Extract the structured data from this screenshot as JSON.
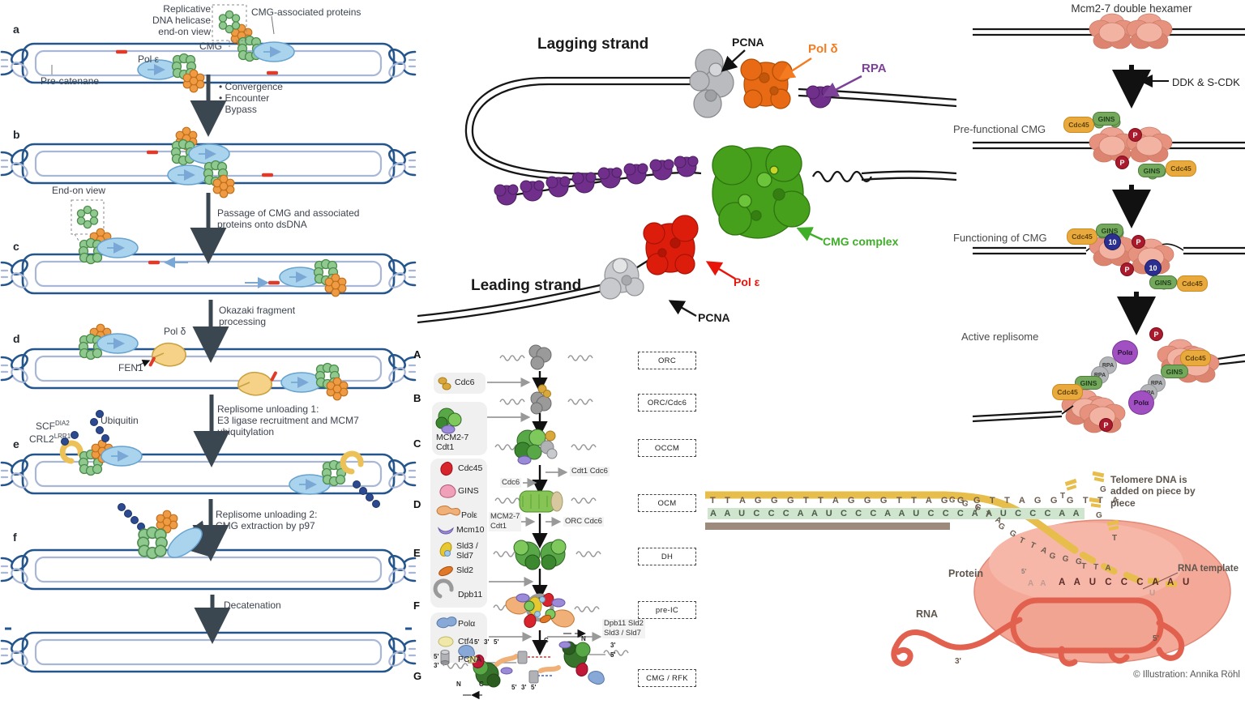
{
  "left": {
    "steps": [
      "a",
      "b",
      "c",
      "d",
      "e",
      "f"
    ],
    "labels": {
      "helicase_note": "Replicative\nDNA helicase\nend-on view",
      "cmg_associated": "CMG-associated proteins",
      "cmg": "CMG",
      "pol_epsilon": "Pol ε",
      "pre_catenane": "Pre-catenane",
      "end_on_view": "End-on view",
      "pol_delta": "Pol δ",
      "fen1": "FEN1",
      "scf_base": "SCF",
      "scf_sup": "DIA2",
      "crl2_base": "CRL2",
      "crl2_sup": "LRR1",
      "ubiquitin": "Ubiquitin"
    },
    "transitions": [
      "• Convergence\n• Encounter\n• Bypass",
      "Passage of CMG and associated\nproteins onto dsDNA",
      "Okazaki fragment\nprocessing",
      "Replisome unloading 1:\nE3 ligase recruitment and MCM7\nubiquitylation",
      "Replisome unloading 2:\nCMG extraction by p97",
      "Decatenation"
    ]
  },
  "replisome": {
    "lagging_strand": "Lagging strand",
    "leading_strand": "Leading strand",
    "pcna_top": "PCNA",
    "pol_delta": "Pol δ",
    "rpa": "RPA",
    "cmg_complex": "CMG complex",
    "pol_epsilon": "Pol ε",
    "pcna_bottom": "PCNA",
    "colors": {
      "pcna": "#1a1a1a",
      "pol_delta": "#f47b20",
      "rpa": "#7d4198",
      "cmg": "#3fae29",
      "pol_epsilon": "#e8150b"
    }
  },
  "licensing": {
    "rows": [
      "A",
      "B",
      "C",
      "D",
      "E",
      "F",
      "G"
    ],
    "states": [
      "ORC",
      "ORC/Cdc6",
      "OCCM",
      "OCM",
      "DH",
      "pre-IC",
      "CMG / RFK"
    ],
    "legend": {
      "cdc6": "Cdc6",
      "mcm27": "MCM2-7\nCdt1",
      "cdc45": "Cdc45",
      "gins": "GINS",
      "pole": "Polε",
      "mcm10": "Mcm10",
      "sld37": "Sld3 /\nSld7",
      "sld2": "Sld2",
      "dpb11": "Dpb11",
      "pola": "Polα",
      "ctf4": "Ctf4",
      "pcna": "PCNA"
    },
    "transitions": {
      "out_c": "Cdt1  Cdc6",
      "in_d": "Cdc6",
      "in_e": "MCM2-7\nCdt1",
      "out_e": "ORC  Cdc6",
      "out_g": "Dpb11  Sld2\nSld3 / Sld7"
    },
    "g_labels": [
      "5'",
      "3'",
      "5'",
      "C",
      "N",
      "3'",
      "5'",
      "5'",
      "3'",
      "N",
      "C",
      "5'",
      "3'",
      "5'"
    ]
  },
  "activation": {
    "title": "Mcm2-7 double hexamer",
    "ddk": "DDK & S-CDK",
    "stage2": "Pre-functional CMG",
    "stage3": "Functioning of CMG",
    "stage4": "Active replisome",
    "cdc45": "Cdc45",
    "gins": "GINS",
    "p": "P",
    "mcm10": "10",
    "pola": "Polα",
    "rpa": "RPA"
  },
  "telomerase": {
    "note": "Telomere DNA is\nadded on piece by\npiece",
    "seq_top": "T T A G G G T T A G G G T T A G G G T T A G G G T T A",
    "seq_rna": "A A U C C C A A U C C C A A U C C C A A U C C C A A",
    "curve_chunks": [
      "G G G",
      "T T A",
      "G G",
      "T T A",
      "G G G",
      "T T A"
    ],
    "faint_pre": "A A",
    "faint_post": "U",
    "seq_rna_inside": "A A U C C C A A U",
    "protein": "Protein",
    "rna": "RNA",
    "rna_template": "RNA template",
    "squares": [
      "T",
      "G",
      "G",
      "T"
    ],
    "five_prime": "5'",
    "three_prime": "3'",
    "credit": "© Illustration: Annika Röhl"
  }
}
